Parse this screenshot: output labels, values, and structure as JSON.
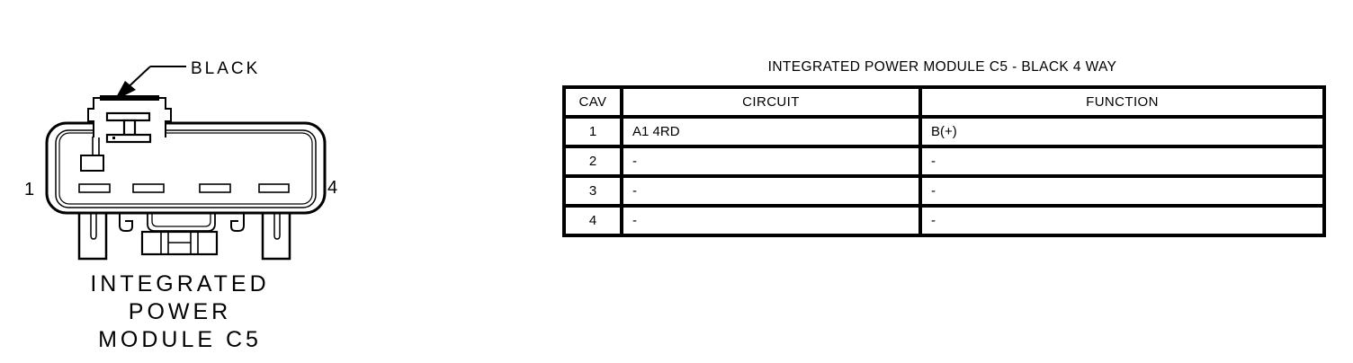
{
  "diagram": {
    "connector_color_label": "BLACK",
    "pin_first_label": "1",
    "pin_last_label": "4",
    "caption_line1": "INTEGRATED",
    "caption_line2": "POWER",
    "caption_line3": "MODULE C5"
  },
  "table": {
    "title": "INTEGRATED POWER MODULE C5 - BLACK 4 WAY",
    "headers": {
      "cav": "CAV",
      "circuit": "CIRCUIT",
      "function": "FUNCTION"
    },
    "rows": [
      {
        "cav": "1",
        "circuit": "A1 4RD",
        "function": "B(+)"
      },
      {
        "cav": "2",
        "circuit": "-",
        "function": "-"
      },
      {
        "cav": "3",
        "circuit": "-",
        "function": "-"
      },
      {
        "cav": "4",
        "circuit": "-",
        "function": "-"
      }
    ]
  },
  "colors": {
    "line": "#000000",
    "background": "#ffffff"
  }
}
